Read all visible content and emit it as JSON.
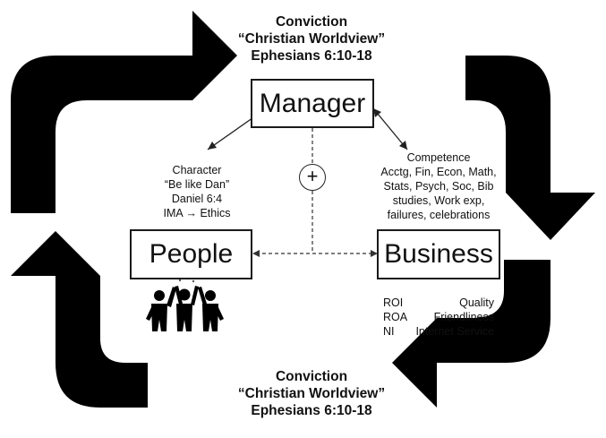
{
  "top_block": {
    "line1": "Conviction",
    "line2": "“Christian Worldview”",
    "line3": "Ephesians 6:10-18"
  },
  "bottom_block": {
    "line1": "Conviction",
    "line2": "“Christian Worldview”",
    "line3": "Ephesians 6:10-18"
  },
  "nodes": {
    "manager": "Manager",
    "people": "People",
    "business": "Business",
    "plus": "+"
  },
  "character": [
    "Character",
    "“Be like Dan”",
    "Daniel 6:4",
    "IMA → Ethics"
  ],
  "competence": [
    "Competence",
    "Acctg, Fin, Econ, Math,",
    "Stats, Psych, Soc, Bib",
    "studies, Work exp,",
    "failures, celebrations"
  ],
  "metrics": [
    {
      "left": "ROI",
      "right": "Quality"
    },
    {
      "left": "ROA",
      "right": "Friendliness"
    },
    {
      "left": "NI",
      "right": "Internet Service"
    }
  ],
  "icons": {
    "cycle_arrows": "four-black-curved-arrows-clockwise",
    "team": "people-group-hands-raised-icon"
  },
  "colors": {
    "arrow": "#000000",
    "box_border": "#1a1a1a",
    "text": "#111111"
  }
}
